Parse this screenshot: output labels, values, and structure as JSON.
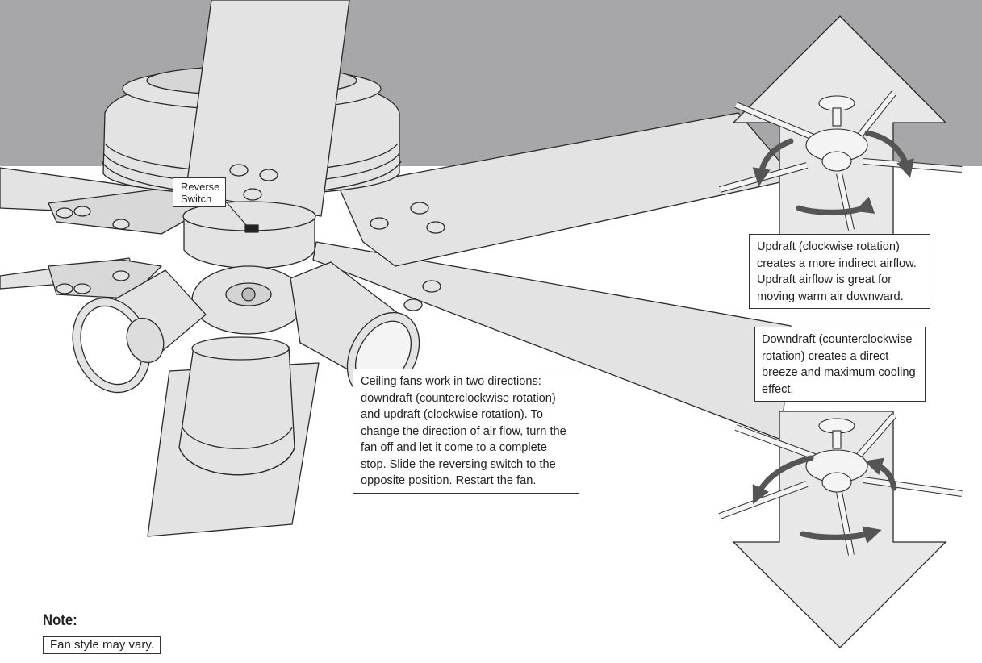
{
  "callouts": {
    "reverse_switch": "Reverse\nSwitch",
    "main": "Ceiling fans work in two directions:\ndowndraft (counterclockwise rotation)\nand updraft (clockwise rotation). To\nchange the direction of air flow, turn the\nfan off and let it come to a complete\nstop. Slide the reversing switch to the\nopposite position. Restart the fan.",
    "updraft": "Updraft (clockwise rotation)\ncreates a more indirect airflow.\nUpdraft airflow is great for\nmoving warm air downward.",
    "downdraft": "Downdraft (counterclockwise\nrotation) creates a direct\nbreeze and maximum cooling\neffect."
  },
  "note": {
    "heading": "Note:",
    "text": "Fan style may vary."
  },
  "colors": {
    "ceiling": "#a7a7a9",
    "fan_fill": "#e3e3e3",
    "arrow_fill": "#e8e8e8",
    "outline": "#2a2a2a",
    "rotation_arrow": "#555555"
  },
  "icons": {
    "updraft": "up-arrow-icon",
    "downdraft": "down-arrow-icon",
    "rotation": "rotation-arrow-icon"
  }
}
